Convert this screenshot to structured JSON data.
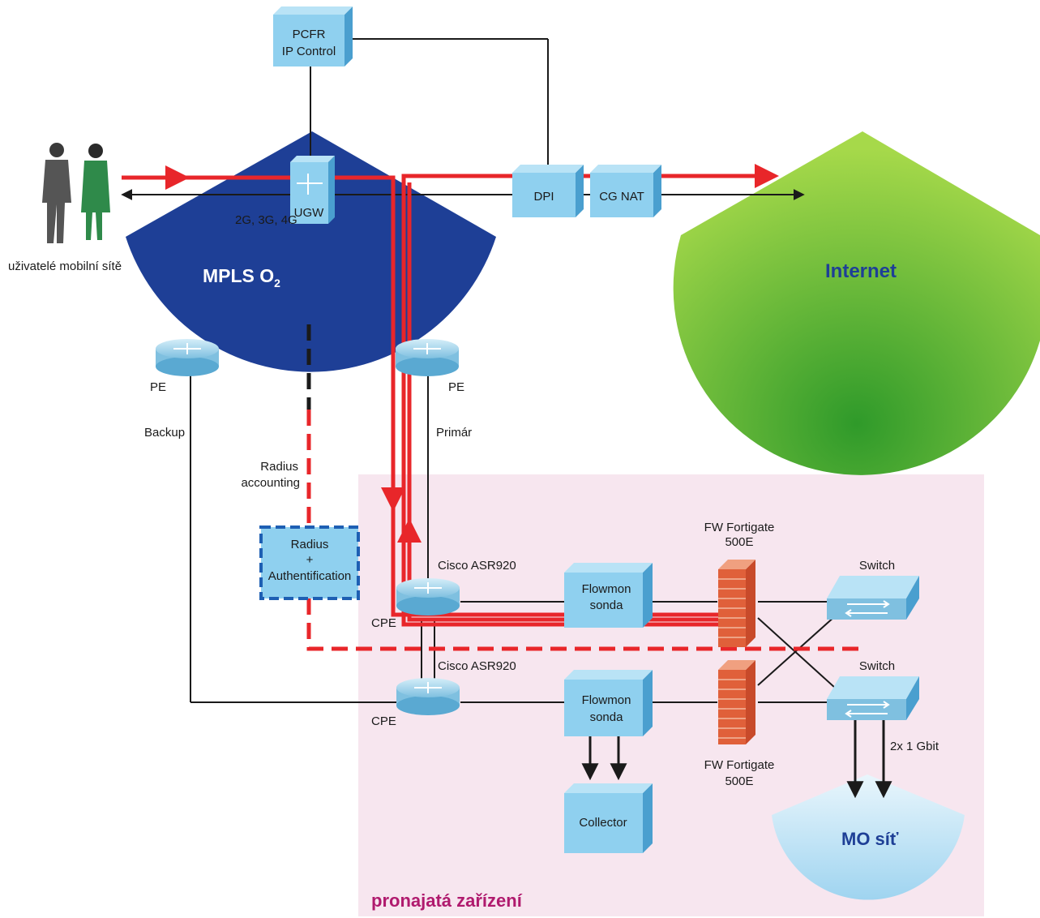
{
  "users": {
    "label": "uživatelé mobilní sítě"
  },
  "clouds": {
    "mpls": {
      "label": "MPLS O",
      "subscript": "2",
      "color": "#1e3f96"
    },
    "internet": {
      "label": "Internet",
      "color": "#4bb82d"
    },
    "mo": {
      "label": "MO síť",
      "color": "#bfe3f5"
    }
  },
  "boxes": {
    "pcfr": {
      "line1": "PCFR",
      "line2": "IP Control"
    },
    "dpi": {
      "label": "DPI"
    },
    "cgnat": {
      "label": "CG NAT"
    },
    "ugw": {
      "label": "UGW",
      "tech": "2G, 3G, 4G"
    },
    "radius": {
      "line1": "Radius",
      "line2": "+",
      "line3": "Authentification"
    },
    "flowmon1": {
      "line1": "Flowmon",
      "line2": "sonda"
    },
    "flowmon2": {
      "line1": "Flowmon",
      "line2": "sonda"
    },
    "collector": {
      "label": "Collector"
    }
  },
  "routers": {
    "pe_backup": {
      "label": "PE"
    },
    "pe_primary": {
      "label": "PE"
    },
    "cpe1": {
      "label": "CPE",
      "model": "Cisco ASR920"
    },
    "cpe2": {
      "label": "CPE",
      "model": "Cisco ASR920"
    }
  },
  "links": {
    "backup": "Backup",
    "primary": "Primár",
    "radius_acc_line1": "Radius",
    "radius_acc_line2": "accounting",
    "speed": "2x 1 Gbit"
  },
  "firewalls": {
    "fw1": {
      "line1": "FW Fortigate",
      "line2": "500E"
    },
    "fw2": {
      "line1": "FW Fortigate",
      "line2": "500E"
    }
  },
  "switches": {
    "sw1": {
      "label": "Switch"
    },
    "sw2": {
      "label": "Switch"
    }
  },
  "zone": {
    "label": "pronajatá zařízení",
    "color": "#f7e6ef",
    "text_color": "#b01a6e"
  },
  "colors": {
    "traffic": "#e8262a",
    "box": "#8fd0ef",
    "line": "#1a1a1a"
  }
}
